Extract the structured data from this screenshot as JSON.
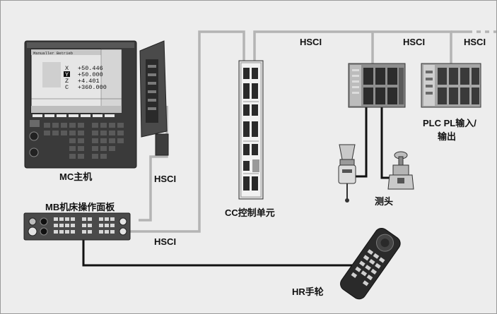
{
  "diagram": {
    "bus_labels": {
      "top_left": "HSCI",
      "top_middle": "HSCI",
      "top_right": "HSCI",
      "mc_to_cc": "HSCI",
      "mb_to_cc": "HSCI"
    },
    "components": {
      "mc": "MC主机",
      "mb": "MB机床操作面板",
      "cc": "CC控制单元",
      "plc": "PLC PL输入/\n输出",
      "plc_line1": "PLC PL输入/",
      "plc_line2": "输出",
      "probe": "测头",
      "hr": "HR手轮"
    },
    "screen": {
      "header": "Manualler Betrieb",
      "axes": [
        {
          "axis": "X",
          "value": "+50.446"
        },
        {
          "axis": "Y",
          "value": "+50.000"
        },
        {
          "axis": "Z",
          "value": "+4.401"
        },
        {
          "axis": "C",
          "value": "+360.000"
        }
      ]
    },
    "colors": {
      "hsci_cable": "#b4b4b4",
      "signal_cable": "#111111",
      "background": "#ededed"
    }
  }
}
